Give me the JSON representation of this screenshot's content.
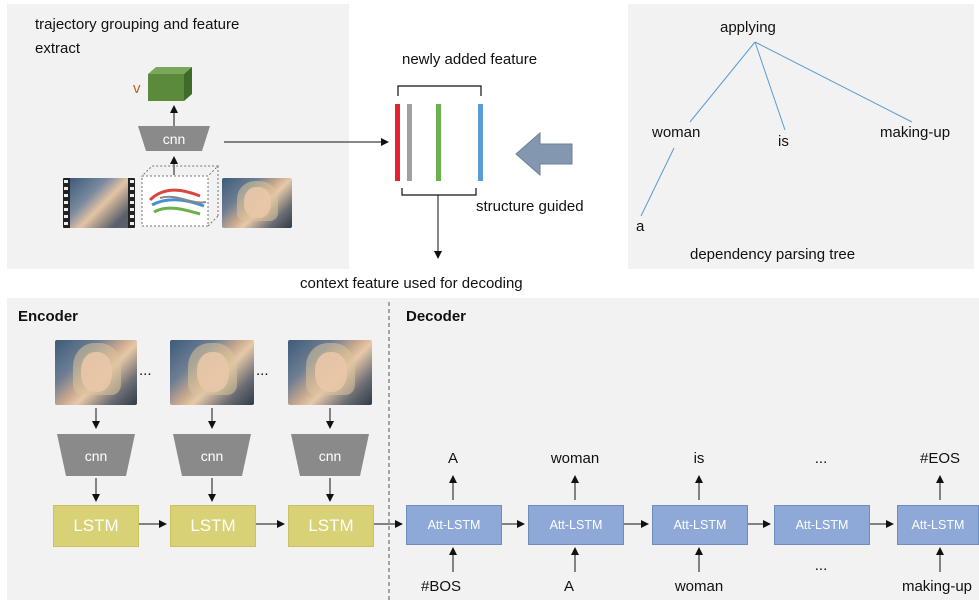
{
  "top_left": {
    "title_line1": "trajectory grouping  and feature",
    "title_line2": "extract",
    "v_label": "v",
    "cnn_label": "cnn"
  },
  "feature": {
    "title": "newly added feature",
    "structure_label": "structure guided",
    "context_label": "context feature used for decoding",
    "bar_colors": [
      "#e8202a",
      "#a0a0a0",
      "#6ab04c",
      "#5b9bd5"
    ]
  },
  "tree": {
    "root": "applying",
    "children": [
      "woman",
      "is",
      "making-up"
    ],
    "leaf": "a",
    "caption": "dependency parsing tree"
  },
  "encoder": {
    "title": "Encoder",
    "cnn_labels": [
      "cnn",
      "cnn",
      "cnn"
    ],
    "lstm_labels": [
      "LSTM",
      "LSTM",
      "LSTM"
    ],
    "ellipsis": "..."
  },
  "decoder": {
    "title": "Decoder",
    "cell_labels": [
      "Att-LSTM",
      "Att-LSTM",
      "Att-LSTM",
      "Att-LSTM",
      "Att-LSTM"
    ],
    "outputs": [
      "A",
      "woman",
      "is",
      "...",
      "#EOS"
    ],
    "inputs": [
      "#BOS",
      "A",
      "woman",
      "...",
      "making-up"
    ]
  },
  "colors": {
    "lstm": "#d8d176",
    "att_lstm": "#8ea9d8",
    "cnn": "#8a8a8a",
    "cube": "#5a8a3a",
    "arrow_block": "#8497b0",
    "tree_line": "#5b9bd5"
  }
}
